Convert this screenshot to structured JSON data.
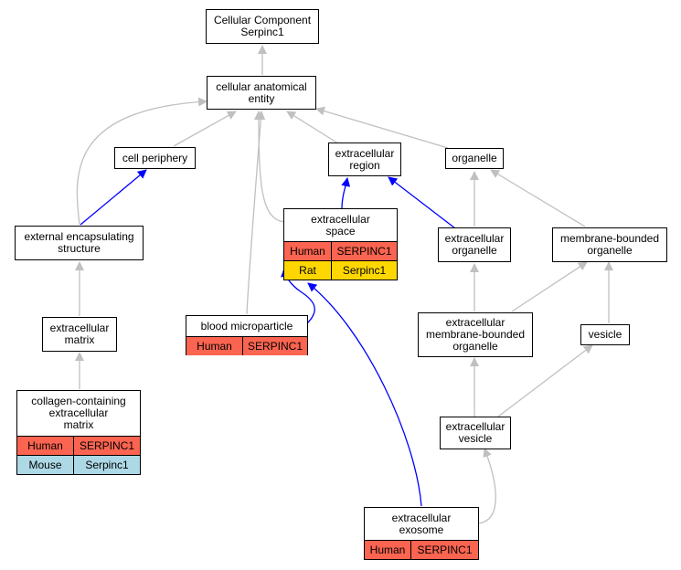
{
  "colors": {
    "edge_gray": "#c0c0c0",
    "edge_blue": "#0000ff",
    "human": "#fa6450",
    "rat": "#ffd700",
    "mouse": "#add8e6"
  },
  "nodes": {
    "root": {
      "line1": "Cellular Component",
      "line2": "Serpinc1"
    },
    "anatomical": {
      "line1": "cellular anatomical",
      "line2": "entity"
    },
    "periphery": {
      "line1": "cell periphery"
    },
    "ext_region": {
      "line1": "extracellular",
      "line2": "region"
    },
    "organelle": {
      "line1": "organelle"
    },
    "ext_encap": {
      "line1": "external encapsulating",
      "line2": "structure"
    },
    "ext_space": {
      "line1": "extracellular",
      "line2": "space",
      "rows": [
        {
          "species": "Human",
          "gene": "SERPINC1"
        },
        {
          "species": "Rat",
          "gene": "Serpinc1"
        }
      ]
    },
    "ext_organelle": {
      "line1": "extracellular",
      "line2": "organelle"
    },
    "mem_bounded": {
      "line1": "membrane-bounded",
      "line2": "organelle"
    },
    "ext_matrix": {
      "line1": "extracellular",
      "line2": "matrix"
    },
    "blood_micro": {
      "line1": "blood microparticle",
      "rows": [
        {
          "species": "Human",
          "gene": "SERPINC1"
        }
      ]
    },
    "ext_mem_bounded": {
      "line1": "extracellular",
      "line2": "membrane-bounded",
      "line3": "organelle"
    },
    "vesicle": {
      "line1": "vesicle"
    },
    "collagen": {
      "line1": "collagen-containing",
      "line2": "extracellular",
      "line3": "matrix",
      "rows": [
        {
          "species": "Human",
          "gene": "SERPINC1"
        },
        {
          "species": "Mouse",
          "gene": "Serpinc1"
        }
      ]
    },
    "ext_vesicle": {
      "line1": "extracellular",
      "line2": "vesicle"
    },
    "exosome": {
      "line1": "extracellular",
      "line2": "exosome",
      "rows": [
        {
          "species": "Human",
          "gene": "SERPINC1"
        }
      ]
    }
  }
}
